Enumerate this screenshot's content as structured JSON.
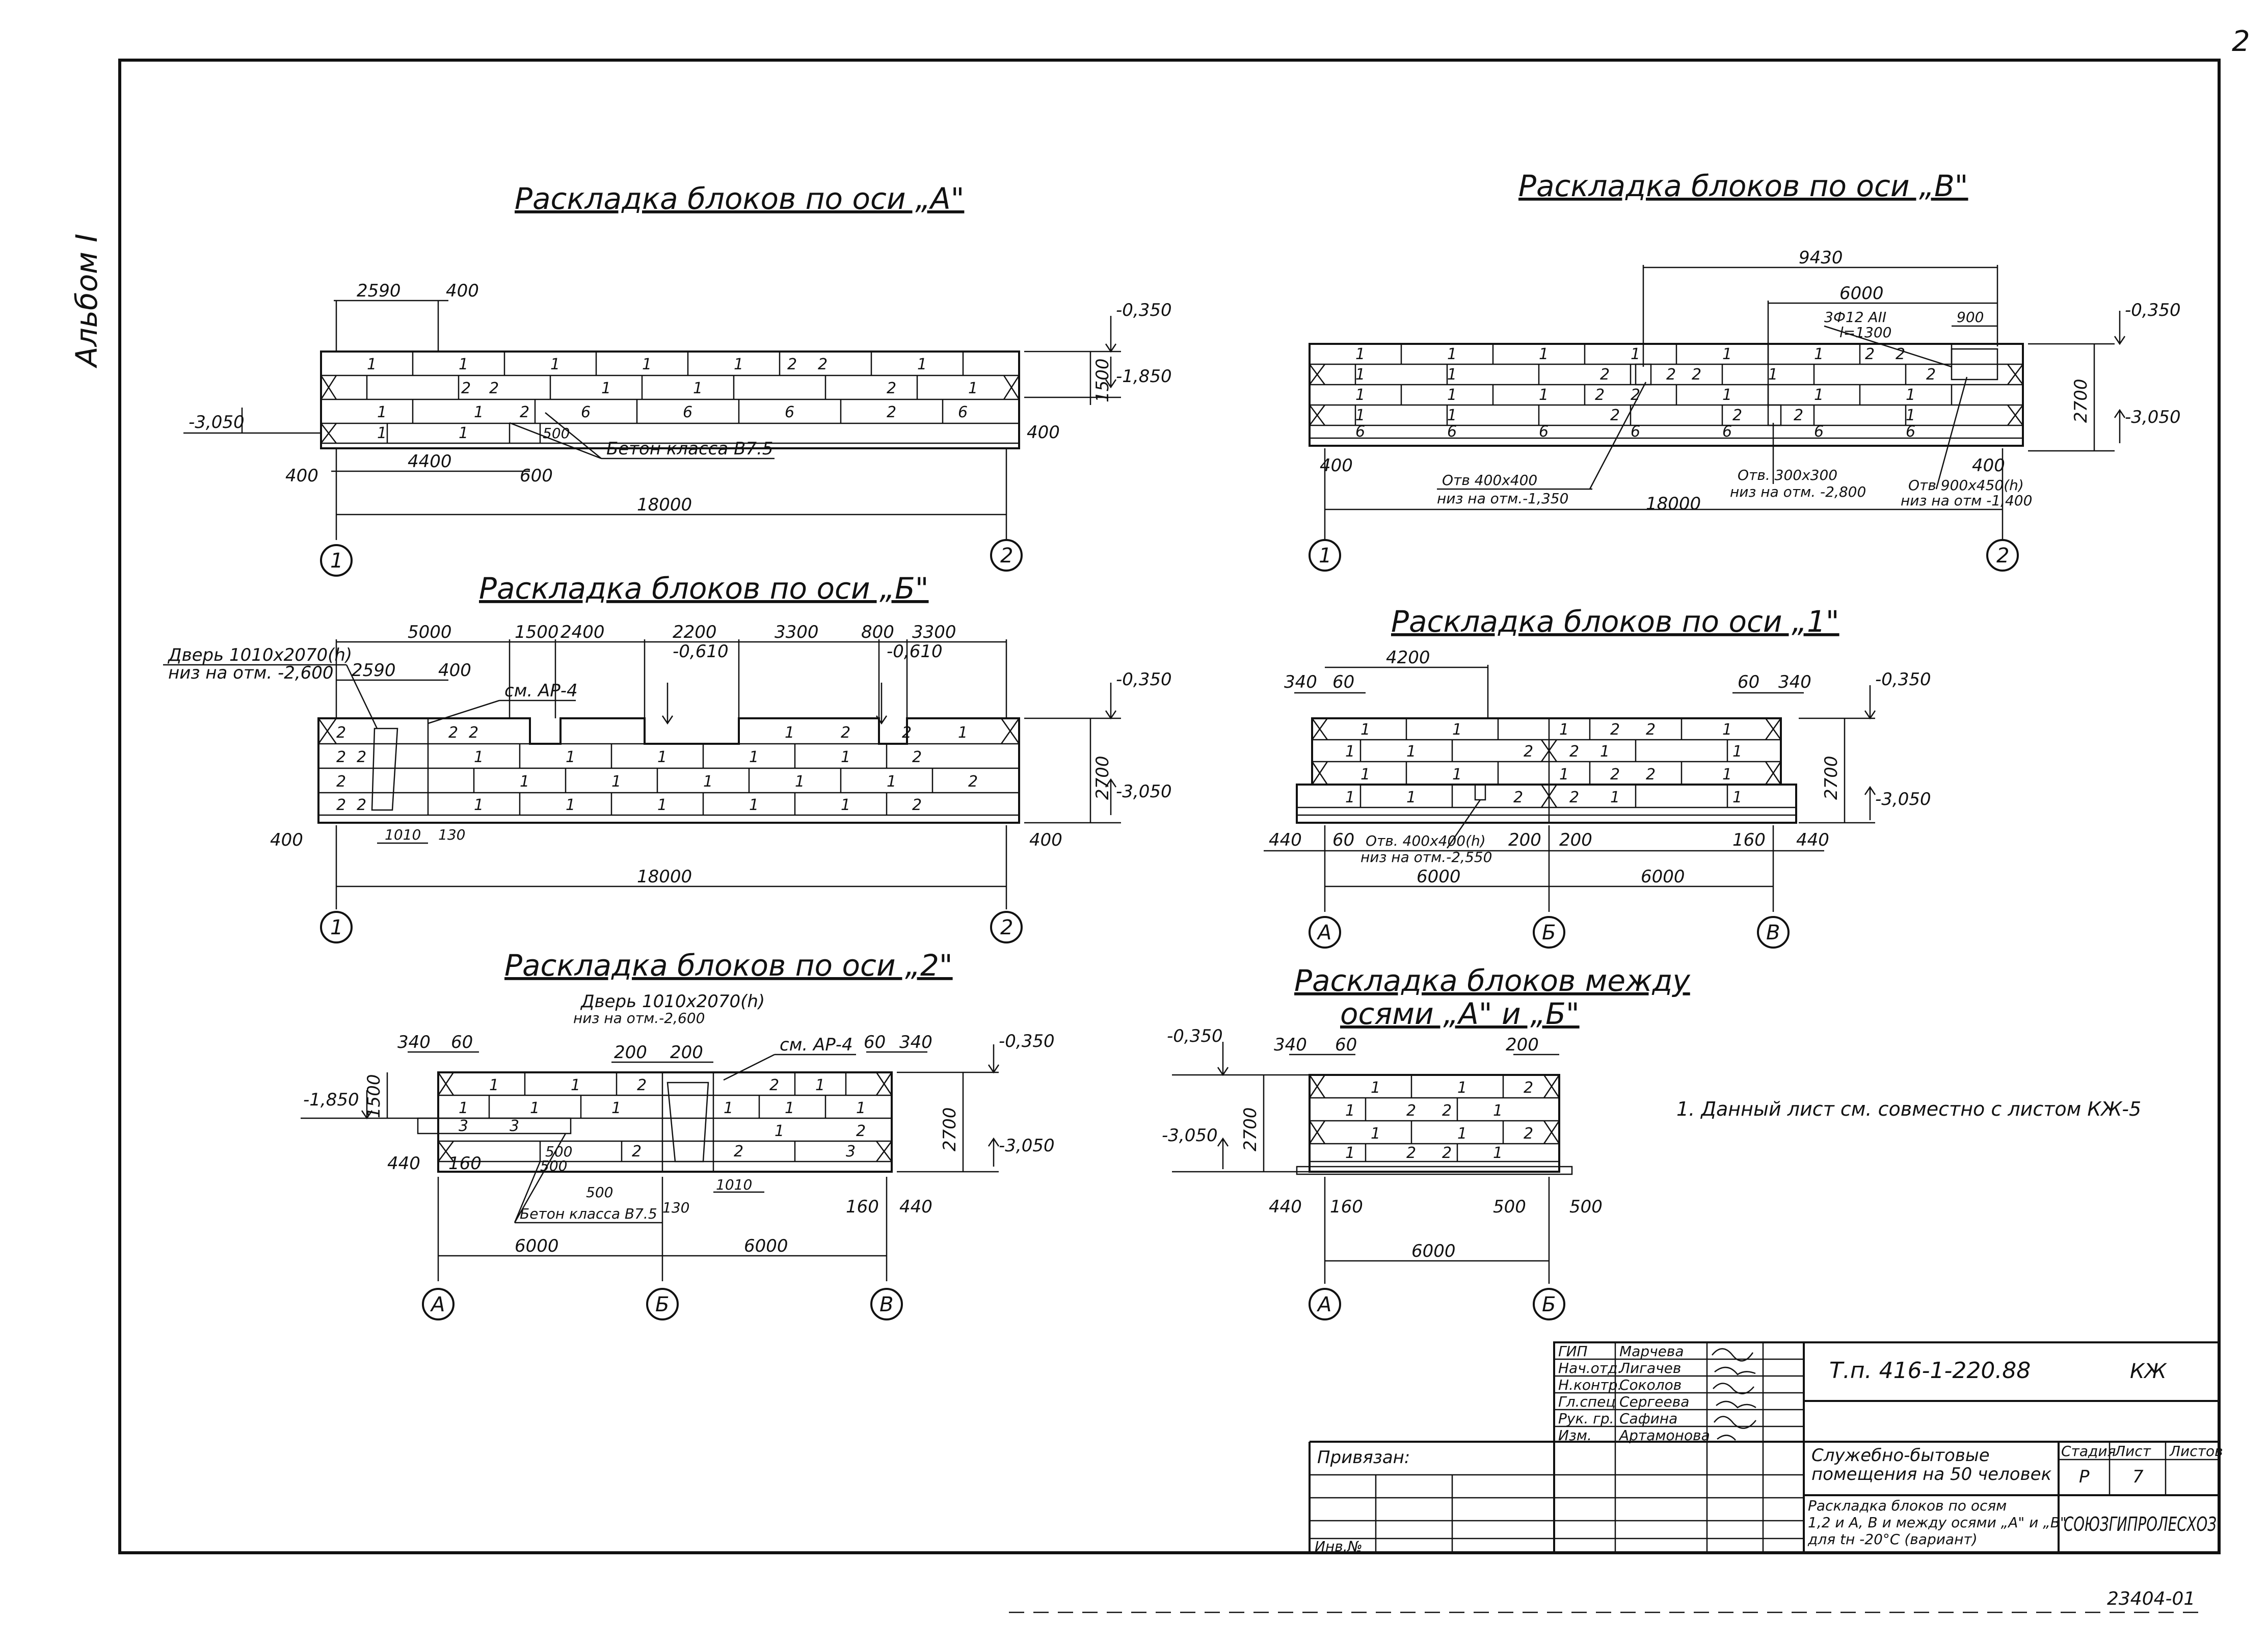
{
  "album_label": "Альбом I",
  "corner_mark": "2",
  "drawings": {
    "axis_a": {
      "title": "Раскладка блоков по оси „А\"",
      "dims": [
        "2590",
        "400",
        "4400",
        "600",
        "400",
        "18000",
        "400",
        "1500"
      ],
      "levels": [
        "-0,350",
        "-1,850",
        "-3,050"
      ],
      "note": "Бетон класса В7.5",
      "blocks": [
        "1",
        "1",
        "1",
        "1",
        "1",
        "2",
        "2",
        "1",
        "1",
        "2",
        "2",
        "1",
        "1",
        "1",
        "1",
        "2",
        "1",
        "1",
        "2",
        "2",
        "6",
        "6",
        "6",
        "6",
        "6",
        "1",
        "2",
        "500"
      ],
      "axes": [
        "1",
        "2"
      ]
    },
    "axis_v": {
      "title": "Раскладка блоков по оси „В\"",
      "dims": [
        "9430",
        "6000",
        "900",
        "400",
        "18000",
        "400",
        "2700"
      ],
      "levels": [
        "-0,350",
        "-3,050"
      ],
      "notes": [
        "3Ф12 АII",
        "l=1300",
        "Отв 400х400",
        "низ на отм.-1,350",
        "Отв. 300х300",
        "низ на отм. -2,800",
        "Отв 900х450(h)",
        "низ на отм -1,400"
      ],
      "axes": [
        "1",
        "2"
      ]
    },
    "axis_b": {
      "title": "Раскладка блоков по оси „Б\"",
      "door_note": "Дверь 1010х2070(h)",
      "door_low": "низ на отм. -2,600",
      "dims": [
        "5000",
        "1500",
        "2400",
        "2200",
        "3300",
        "800",
        "3300",
        "2590",
        "400",
        "1010",
        "130",
        "400",
        "18000",
        "400",
        "2700"
      ],
      "levels": [
        "-0,350",
        "-0,610",
        "-0,610",
        "-3,050"
      ],
      "ref": "см. АР-4",
      "axes": [
        "1",
        "2"
      ]
    },
    "axis_1": {
      "title": "Раскладка блоков по оси „1\"",
      "dims": [
        "4200",
        "340",
        "60",
        "60",
        "340",
        "440",
        "60",
        "200",
        "200",
        "160",
        "440",
        "6000",
        "6000",
        "2700"
      ],
      "levels": [
        "-0,350",
        "-3,050"
      ],
      "notes": [
        "Отв. 400х400(h)",
        "низ на отм.-2,550"
      ],
      "axes": [
        "А",
        "Б",
        "В"
      ]
    },
    "axis_2": {
      "title": "Раскладка блоков по оси „2\"",
      "door_note": "Дверь 1010х2070(h)",
      "door_low": "низ на отм.-2,600",
      "ref": "см. АР-4",
      "dims": [
        "340",
        "60",
        "200",
        "200",
        "60",
        "340",
        "440",
        "160",
        "500",
        "500",
        "130",
        "1010",
        "160",
        "440",
        "6000",
        "6000",
        "1500",
        "2700"
      ],
      "levels": [
        "-1,850",
        "-0,350",
        "-3,050"
      ],
      "note": "Бетон класса В7.5",
      "axes": [
        "А",
        "Б",
        "В"
      ]
    },
    "axis_ab": {
      "title_line1": "Раскладка блоков между",
      "title_line2": "осями „А\" и „Б\"",
      "dims": [
        "340",
        "60",
        "200",
        "440",
        "160",
        "500",
        "500",
        "6000",
        "2700"
      ],
      "levels": [
        "-0,350",
        "-3,050"
      ],
      "axes": [
        "А",
        "Б"
      ]
    }
  },
  "general_note": "1. Данный лист см. совместно с листом КЖ-5",
  "title_block": {
    "staff": [
      {
        "role": "ГИП",
        "name": "Марчева"
      },
      {
        "role": "Нач.отд.",
        "name": "Лигачев"
      },
      {
        "role": "Н.контр.",
        "name": "Соколов"
      },
      {
        "role": "Гл.спец",
        "name": "Сергеева"
      },
      {
        "role": "Рук. гр.",
        "name": "Сафина"
      },
      {
        "role": "Изм.",
        "name": "Артамонова"
      }
    ],
    "bound_label": "Привязан:",
    "inv_label": "Инв.№",
    "project_code": "Т.п. 416-1-220.88",
    "sheet_code": "КЖ",
    "object_line1": "Служебно-бытовые",
    "object_line2": "помещения на 50 человек",
    "stage_label": "Стадия",
    "sheet_label": "Лист",
    "sheets_label": "Листов",
    "stage": "Р",
    "sheet": "7",
    "content_line1": "Раскладка блоков по осям",
    "content_line2": "1,2 и А, В и между осями „А\" и „В\"",
    "content_line3": "для tн -20°С (вариант)",
    "org": "СОЮЗГИПРОЛЕСХОЗ"
  },
  "doc_number": "23404-01"
}
